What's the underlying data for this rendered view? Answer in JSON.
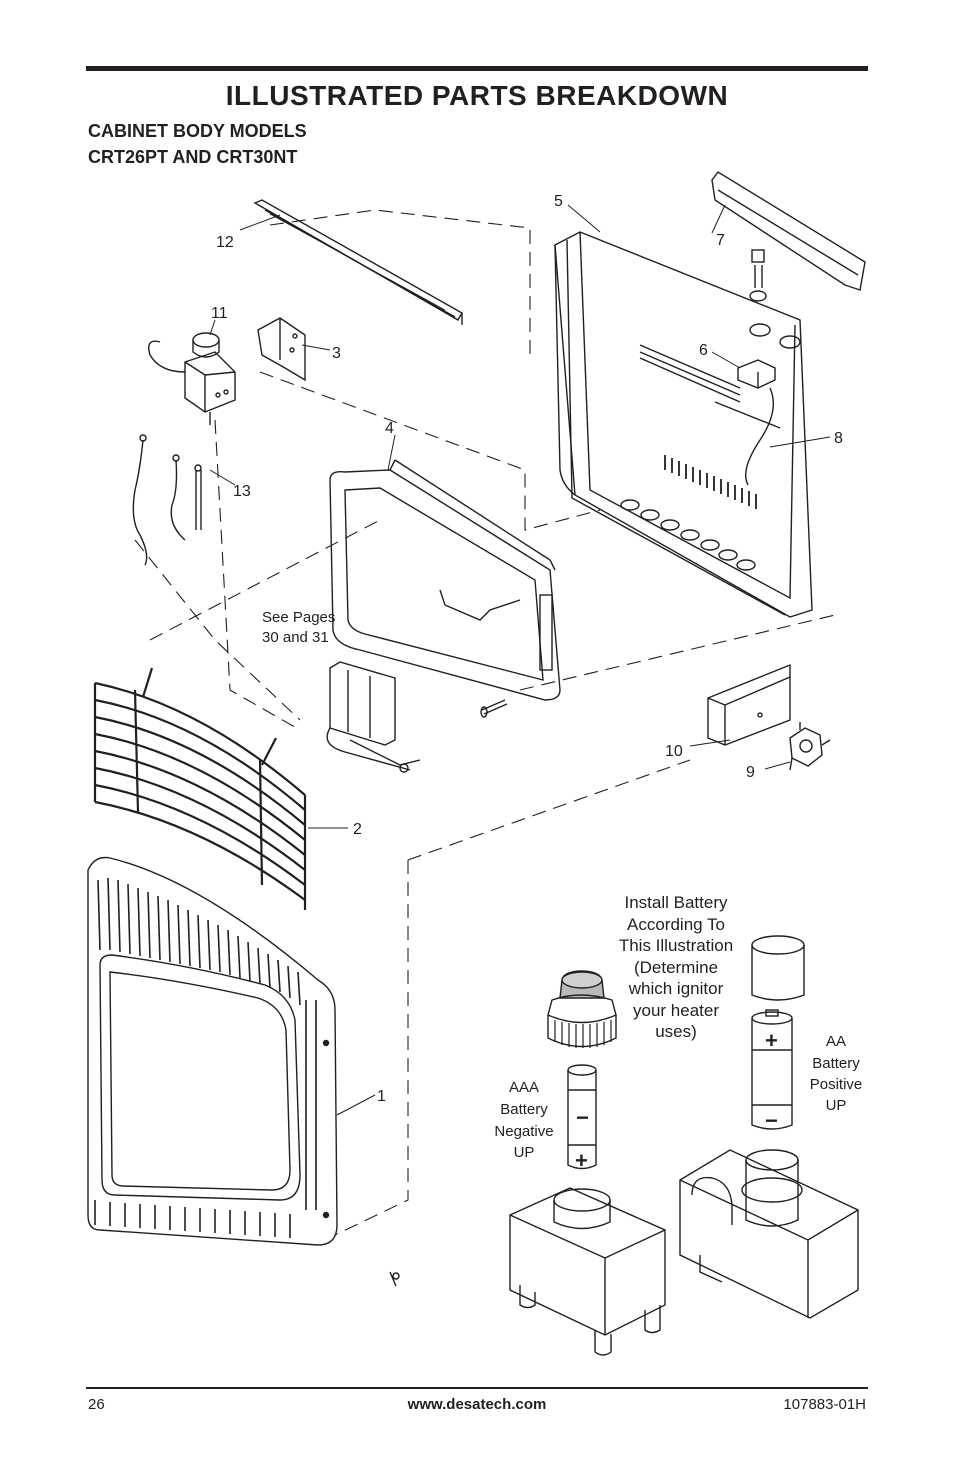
{
  "header": {
    "title": "ILLUSTRATED PARTS BREAKDOWN",
    "subtitle_line1": "CABINET BODY MODELS",
    "subtitle_line2": "CRT26PT AND CRT30NT"
  },
  "callouts": {
    "c1": "1",
    "c2": "2",
    "c3": "3",
    "c4": "4",
    "c5": "5",
    "c6": "6",
    "c7": "7",
    "c8": "8",
    "c9": "9",
    "c10": "10",
    "c11": "11",
    "c12": "12",
    "c13": "13"
  },
  "notes": {
    "see_pages_l1": "See Pages",
    "see_pages_l2": "30 and 31",
    "install_l1": "Install Battery",
    "install_l2": "According To",
    "install_l3": "This Illustration",
    "install_l4": "(Determine",
    "install_l5": "which ignitor",
    "install_l6": "your heater",
    "install_l7": "uses)",
    "aaa_l1": "AAA",
    "aaa_l2": "Battery",
    "aaa_l3": "Negative",
    "aaa_l4": "UP",
    "aa_l1": "AA",
    "aa_l2": "Battery",
    "aa_l3": "Positive",
    "aa_l4": "UP",
    "plus": "+",
    "minus": "−"
  },
  "footer": {
    "page_number": "26",
    "website": "www.desatech.com",
    "doc_number": "107883-01H"
  }
}
